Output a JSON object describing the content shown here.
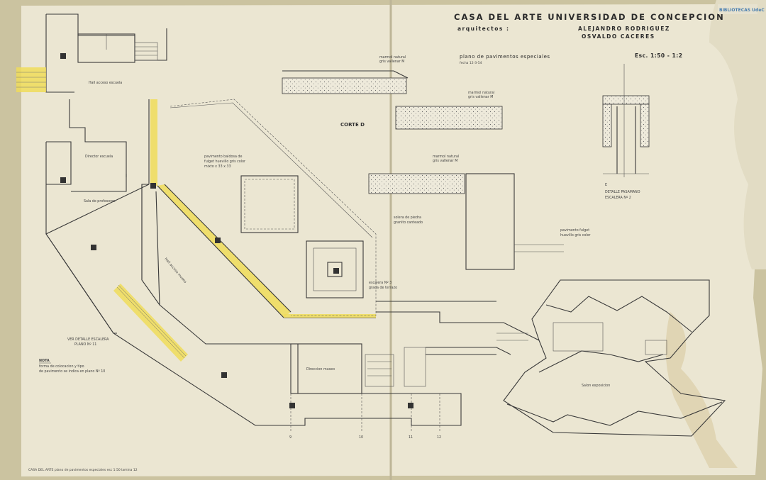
{
  "header": {
    "title": "CASA DEL ARTE  UNIVERSIDAD DE CONCEPCION",
    "architects_label": "arquitectos :",
    "architect_1": "ALEJANDRO  RODRIGUEZ",
    "architect_2": "OSVALDO      CACERES",
    "plan_title": "plano de pavimentos especiales",
    "date": "fecha 12-3-54",
    "scale": "Esc. 1:50 - 1:2",
    "watermark": "BIBLIOTECAS UdeC"
  },
  "labels": {
    "corte": "CORTE  D",
    "detalle": "DETALLE PASAMANO",
    "detalle_2": "ESCALERA  Nº 2",
    "nota_title": "NOTA",
    "nota_line1": "forma  de colocacion y tipo",
    "nota_line2": "de pavimento  se indica  en plano Nº 10",
    "section_e": "E",
    "piso_losa": "Salon  exposicion",
    "direccion": "Direccion  museo",
    "hall": "Hall acceso museo",
    "sala_prof": "Sala de profesores",
    "director": "Director escuela",
    "hall_escuela": "Hall acceso escuela",
    "pavimento_baldosa": "pavimento baldosa de",
    "pavimento_baldosa_2": "fulget huevillo gris color",
    "pavimento_baldosa_3": "mixto  x 33 x 33",
    "marmol_1": "marmol natural",
    "marmol_1b": "gris vallenar M",
    "marmol_2": "marmol natural",
    "marmol_2b": "gris vallenar M",
    "marmol_3": "marmol natural",
    "marmol_3b": "gris vallenar M",
    "solera": "solera de piedra",
    "solera_2": "granito canteado",
    "pav_fulget": "pavimento fulget",
    "pav_fulget_2": "huevillo gris color",
    "escalera": "escalera Nº 3",
    "grada": "grada de terrazo",
    "plano_ref": "VER DETALLE ESCALERA",
    "plano_ref_2": "PLANO  Nº 11",
    "footer_note": "CASA DEL ARTE  plano de pavimentos especiales  esc 1:50  lamina 12",
    "axis_1": "9",
    "axis_2": "10",
    "axis_3": "11",
    "axis_4": "12"
  },
  "colors": {
    "paper": "#e9e4cf",
    "highlight": "#f0dc5a",
    "ink": "#333333"
  }
}
